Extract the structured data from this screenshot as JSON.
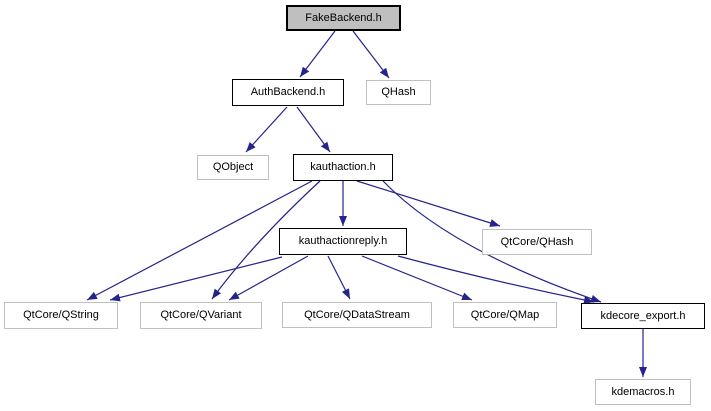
{
  "graph": {
    "type": "include-dependency-graph",
    "root": "FakeBackend.h"
  },
  "nodes": [
    {
      "id": "fakebackend",
      "label": "FakeBackend.h",
      "type": "current"
    },
    {
      "id": "authbackend",
      "label": "AuthBackend.h",
      "type": "internal"
    },
    {
      "id": "qhash",
      "label": "QHash",
      "type": "external"
    },
    {
      "id": "qobject",
      "label": "QObject",
      "type": "external"
    },
    {
      "id": "kauthaction",
      "label": "kauthaction.h",
      "type": "internal"
    },
    {
      "id": "kauthactionreply",
      "label": "kauthactionreply.h",
      "type": "internal"
    },
    {
      "id": "qtcore-qhash",
      "label": "QtCore/QHash",
      "type": "external"
    },
    {
      "id": "qtcore-qstring",
      "label": "QtCore/QString",
      "type": "external"
    },
    {
      "id": "qtcore-qvariant",
      "label": "QtCore/QVariant",
      "type": "external"
    },
    {
      "id": "qtcore-qdatastream",
      "label": "QtCore/QDataStream",
      "type": "external"
    },
    {
      "id": "qtcore-qmap",
      "label": "QtCore/QMap",
      "type": "external"
    },
    {
      "id": "kdecore-export",
      "label": "kdecore_export.h",
      "type": "internal"
    },
    {
      "id": "kdemacros",
      "label": "kdemacros.h",
      "type": "external"
    }
  ],
  "edges": [
    {
      "from": "FakeBackend.h",
      "to": "AuthBackend.h"
    },
    {
      "from": "FakeBackend.h",
      "to": "QHash"
    },
    {
      "from": "AuthBackend.h",
      "to": "QObject"
    },
    {
      "from": "AuthBackend.h",
      "to": "kauthaction.h"
    },
    {
      "from": "kauthaction.h",
      "to": "kauthactionreply.h"
    },
    {
      "from": "kauthaction.h",
      "to": "QtCore/QHash"
    },
    {
      "from": "kauthaction.h",
      "to": "QtCore/QString"
    },
    {
      "from": "kauthaction.h",
      "to": "QtCore/QVariant"
    },
    {
      "from": "kauthaction.h",
      "to": "kdecore_export.h"
    },
    {
      "from": "kauthactionreply.h",
      "to": "QtCore/QString"
    },
    {
      "from": "kauthactionreply.h",
      "to": "QtCore/QVariant"
    },
    {
      "from": "kauthactionreply.h",
      "to": "QtCore/QDataStream"
    },
    {
      "from": "kauthactionreply.h",
      "to": "QtCore/QMap"
    },
    {
      "from": "kauthactionreply.h",
      "to": "kdecore_export.h"
    },
    {
      "from": "kdecore_export.h",
      "to": "kdemacros.h"
    }
  ],
  "colors": {
    "background": "#ffffff",
    "edge": "#24248c",
    "current_node_fill": "#bfbfbf",
    "internal_node_border": "#000000",
    "external_node_border": "#c0c0c0",
    "text": "#000000"
  }
}
